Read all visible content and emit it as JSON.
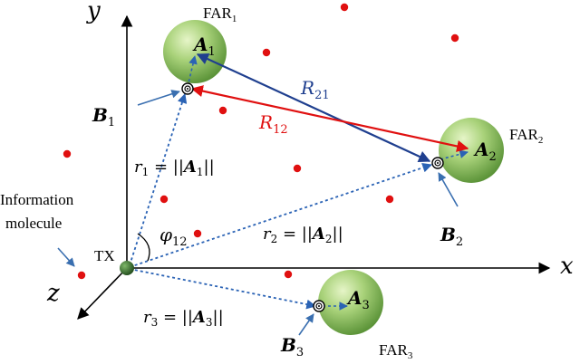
{
  "axes": {
    "x_label": "x",
    "y_label": "y",
    "z_label": "z"
  },
  "transmitter": {
    "label": "TX"
  },
  "molecule": {
    "label_line1": "Information",
    "label_line2": "molecule"
  },
  "receivers": [
    {
      "far_label": "FAR",
      "far_sub": "1",
      "center_label": "A",
      "center_sub": "1",
      "point_label": "B",
      "point_sub": "1",
      "dist_prefix": "r",
      "dist_sub": "1",
      "dist_eq": " = ||",
      "dist_vec": "A",
      "dist_vec_sub": "1",
      "dist_close": "||"
    },
    {
      "far_label": "FAR",
      "far_sub": "2",
      "center_label": "A",
      "center_sub": "2",
      "point_label": "B",
      "point_sub": "2",
      "dist_prefix": "r",
      "dist_sub": "2",
      "dist_eq": " = ||",
      "dist_vec": "A",
      "dist_vec_sub": "2",
      "dist_close": "||"
    },
    {
      "far_label": "FAR",
      "far_sub": "3",
      "center_label": "A",
      "center_sub": "3",
      "point_label": "B",
      "point_sub": "3",
      "dist_prefix": "r",
      "dist_sub": "3",
      "dist_eq": " = ||",
      "dist_vec": "A",
      "dist_vec_sub": "3",
      "dist_close": "||"
    }
  ],
  "vectors": {
    "R21_main": "R",
    "R21_sub": "21",
    "R12_main": "R",
    "R12_sub": "12"
  },
  "angle": {
    "main": "φ",
    "sub": "12"
  },
  "colors": {
    "blue_arrow": "#1f3f8f",
    "red_arrow": "#e01010",
    "dashed": "#2b63b5",
    "dots": "#e01010",
    "sphere_light": "#cfe8a8",
    "sphere_dark": "#5e9a3a",
    "axis": "#000000"
  }
}
